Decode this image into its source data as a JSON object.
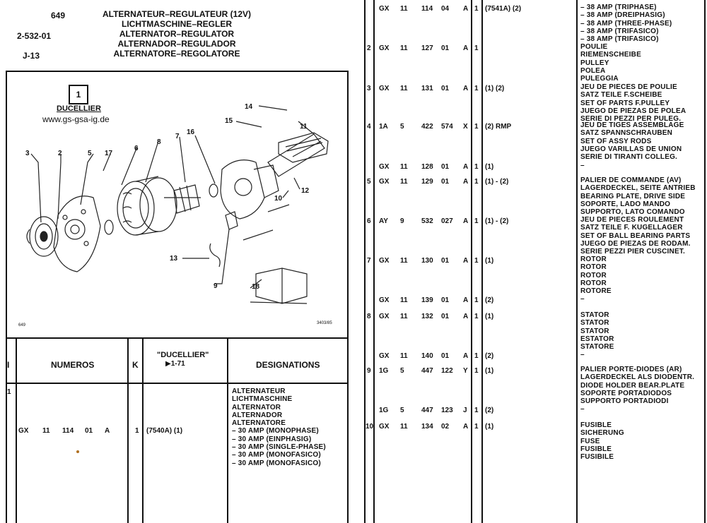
{
  "header": {
    "page_num": "649",
    "ref1": "2-532-01",
    "ref2": "J-13",
    "titles": [
      "ALTERNATEUR–REGULATEUR (12V)",
      "LICHTMASCHINE–REGLER",
      "ALTERNATOR–REGULATOR",
      "ALTERNADOR–REGULADOR",
      "ALTERNATORE–REGOLATORE"
    ]
  },
  "diagram": {
    "box_label": "1",
    "brand": "DUCELLIER",
    "website": "www.gs-gsa-ig.de",
    "callouts": [
      "14",
      "15",
      "16",
      "11",
      "12",
      "10",
      "3",
      "2",
      "5",
      "17",
      "6",
      "8",
      "7",
      "13",
      "9",
      "18"
    ],
    "footnote_left": "649",
    "footnote_right": "3403/85"
  },
  "table_header": {
    "col_index": "I",
    "col_numeros": "NUMEROS",
    "col_k": "K",
    "col_ducellier": "\"DUCELLIER\"",
    "col_ducellier_sub": "▶1-71",
    "col_designations": "DESIGNATIONS"
  },
  "left_rows": [
    {
      "idx": "1",
      "code": [
        "GX",
        "11",
        "114",
        "01",
        "A"
      ],
      "qty": "1",
      "note": "(7540A) (1)",
      "designations": [
        "ALTERNATEUR",
        "LICHTMASCHINE",
        "ALTERNATOR",
        "ALTERNADOR",
        "ALTERNATORE",
        "–  30 AMP (MONOPHASE)",
        "–  30 AMP (EINPHASIG)",
        "–  30 AMP (SINGLE-PHASE)",
        "–  30 AMP (MONOFASICO)",
        "–  30 AMP (MONOFASICO)"
      ]
    }
  ],
  "right_rows": [
    {
      "idx": "",
      "code": [
        "GX",
        "11",
        "114",
        "04",
        "A"
      ],
      "qty": "1",
      "note": "(7541A) (2)",
      "designations": [
        "–  38 AMP (TRIPHASE)",
        "–  38 AMP (DREIPHASIG)",
        "–  38 AMP (THREE-PHASE)",
        "–  38 AMP (TRIFASICO)",
        "–  38 AMP (TRIFASICO)"
      ]
    },
    {
      "idx": "2",
      "code": [
        "GX",
        "11",
        "127",
        "01",
        "A"
      ],
      "qty": "1",
      "note": "",
      "designations": [
        "POULIE",
        "RIEMENSCHEIBE",
        "PULLEY",
        "POLEA",
        "PULEGGIA"
      ]
    },
    {
      "idx": "3",
      "code": [
        "GX",
        "11",
        "131",
        "01",
        "A"
      ],
      "qty": "1",
      "note": "(1) (2)",
      "designations": [
        "JEU DE PIECES DE POULIE",
        "SATZ TEILE F.SCHEIBE",
        "SET OF PARTS F.PULLEY",
        "JUEGO DE PIEZAS DE POLEA",
        "SERIE DI PEZZI PER PULEG."
      ]
    },
    {
      "idx": "4",
      "code": [
        "1A",
        "5",
        "422",
        "574",
        "X"
      ],
      "qty": "1",
      "note": "(2) RMP",
      "designations": [
        "JEU DE TIGES ASSEMBLAGE",
        "SATZ SPANNSCHRAUBEN",
        "SET OF ASSY RODS",
        "JUEGO VARILLAS DE UNION",
        "SERIE DI TIRANTI COLLEG."
      ]
    },
    {
      "idx": "",
      "code": [
        "GX",
        "11",
        "128",
        "01",
        "A"
      ],
      "qty": "1",
      "note": "(1)",
      "designations": [
        "–"
      ]
    },
    {
      "idx": "5",
      "code": [
        "GX",
        "11",
        "129",
        "01",
        "A"
      ],
      "qty": "1",
      "note": "(1) - (2)",
      "designations": [
        "PALIER DE COMMANDE (AV)",
        "LAGERDECKEL, SEITE ANTRIEB",
        "BEARING PLATE, DRIVE SIDE",
        "SOPORTE, LADO MANDO",
        "SUPPORTO, LATO COMANDO"
      ]
    },
    {
      "idx": "6",
      "code": [
        "AY",
        "9",
        "532",
        "027",
        "A"
      ],
      "qty": "1",
      "note": "(1) - (2)",
      "designations": [
        "JEU DE PIECES ROULEMENT",
        "SATZ TEILE F. KUGELLAGER",
        "SET OF BALL BEARING PARTS",
        "JUEGO DE PIEZAS DE RODAM.",
        "SERIE PEZZI PIER CUSCINET."
      ]
    },
    {
      "idx": "7",
      "code": [
        "GX",
        "11",
        "130",
        "01",
        "A"
      ],
      "qty": "1",
      "note": "(1)",
      "designations": [
        "ROTOR",
        "ROTOR",
        "ROTOR",
        "ROTOR",
        "ROTORE"
      ]
    },
    {
      "idx": "",
      "code": [
        "GX",
        "11",
        "139",
        "01",
        "A"
      ],
      "qty": "1",
      "note": "(2)",
      "designations": [
        "–"
      ]
    },
    {
      "idx": "8",
      "code": [
        "GX",
        "11",
        "132",
        "01",
        "A"
      ],
      "qty": "1",
      "note": "(1)",
      "designations": [
        "STATOR",
        "STATOR",
        "STATOR",
        "ESTATOR",
        "STATORE"
      ]
    },
    {
      "idx": "",
      "code": [
        "GX",
        "11",
        "140",
        "01",
        "A"
      ],
      "qty": "1",
      "note": "(2)",
      "designations": [
        "–"
      ]
    },
    {
      "idx": "9",
      "code": [
        "1G",
        "5",
        "447",
        "122",
        "Y"
      ],
      "qty": "1",
      "note": "(1)",
      "designations": [
        "PALIER PORTE-DIODES (AR)",
        "LAGERDECKEL ALS DIODENTR.",
        "DIODE HOLDER BEAR.PLATE",
        "SOPORTE PORTADIODOS",
        "SUPPORTO PORTADIODI"
      ]
    },
    {
      "idx": "",
      "code": [
        "1G",
        "5",
        "447",
        "123",
        "J"
      ],
      "qty": "1",
      "note": "(2)",
      "designations": [
        "–"
      ]
    },
    {
      "idx": "10",
      "code": [
        "GX",
        "11",
        "134",
        "02",
        "A"
      ],
      "qty": "1",
      "note": "(1)",
      "designations": [
        "FUSIBLE",
        "SICHERUNG",
        "FUSE",
        "FUSIBLE",
        "FUSIBILE"
      ]
    }
  ]
}
